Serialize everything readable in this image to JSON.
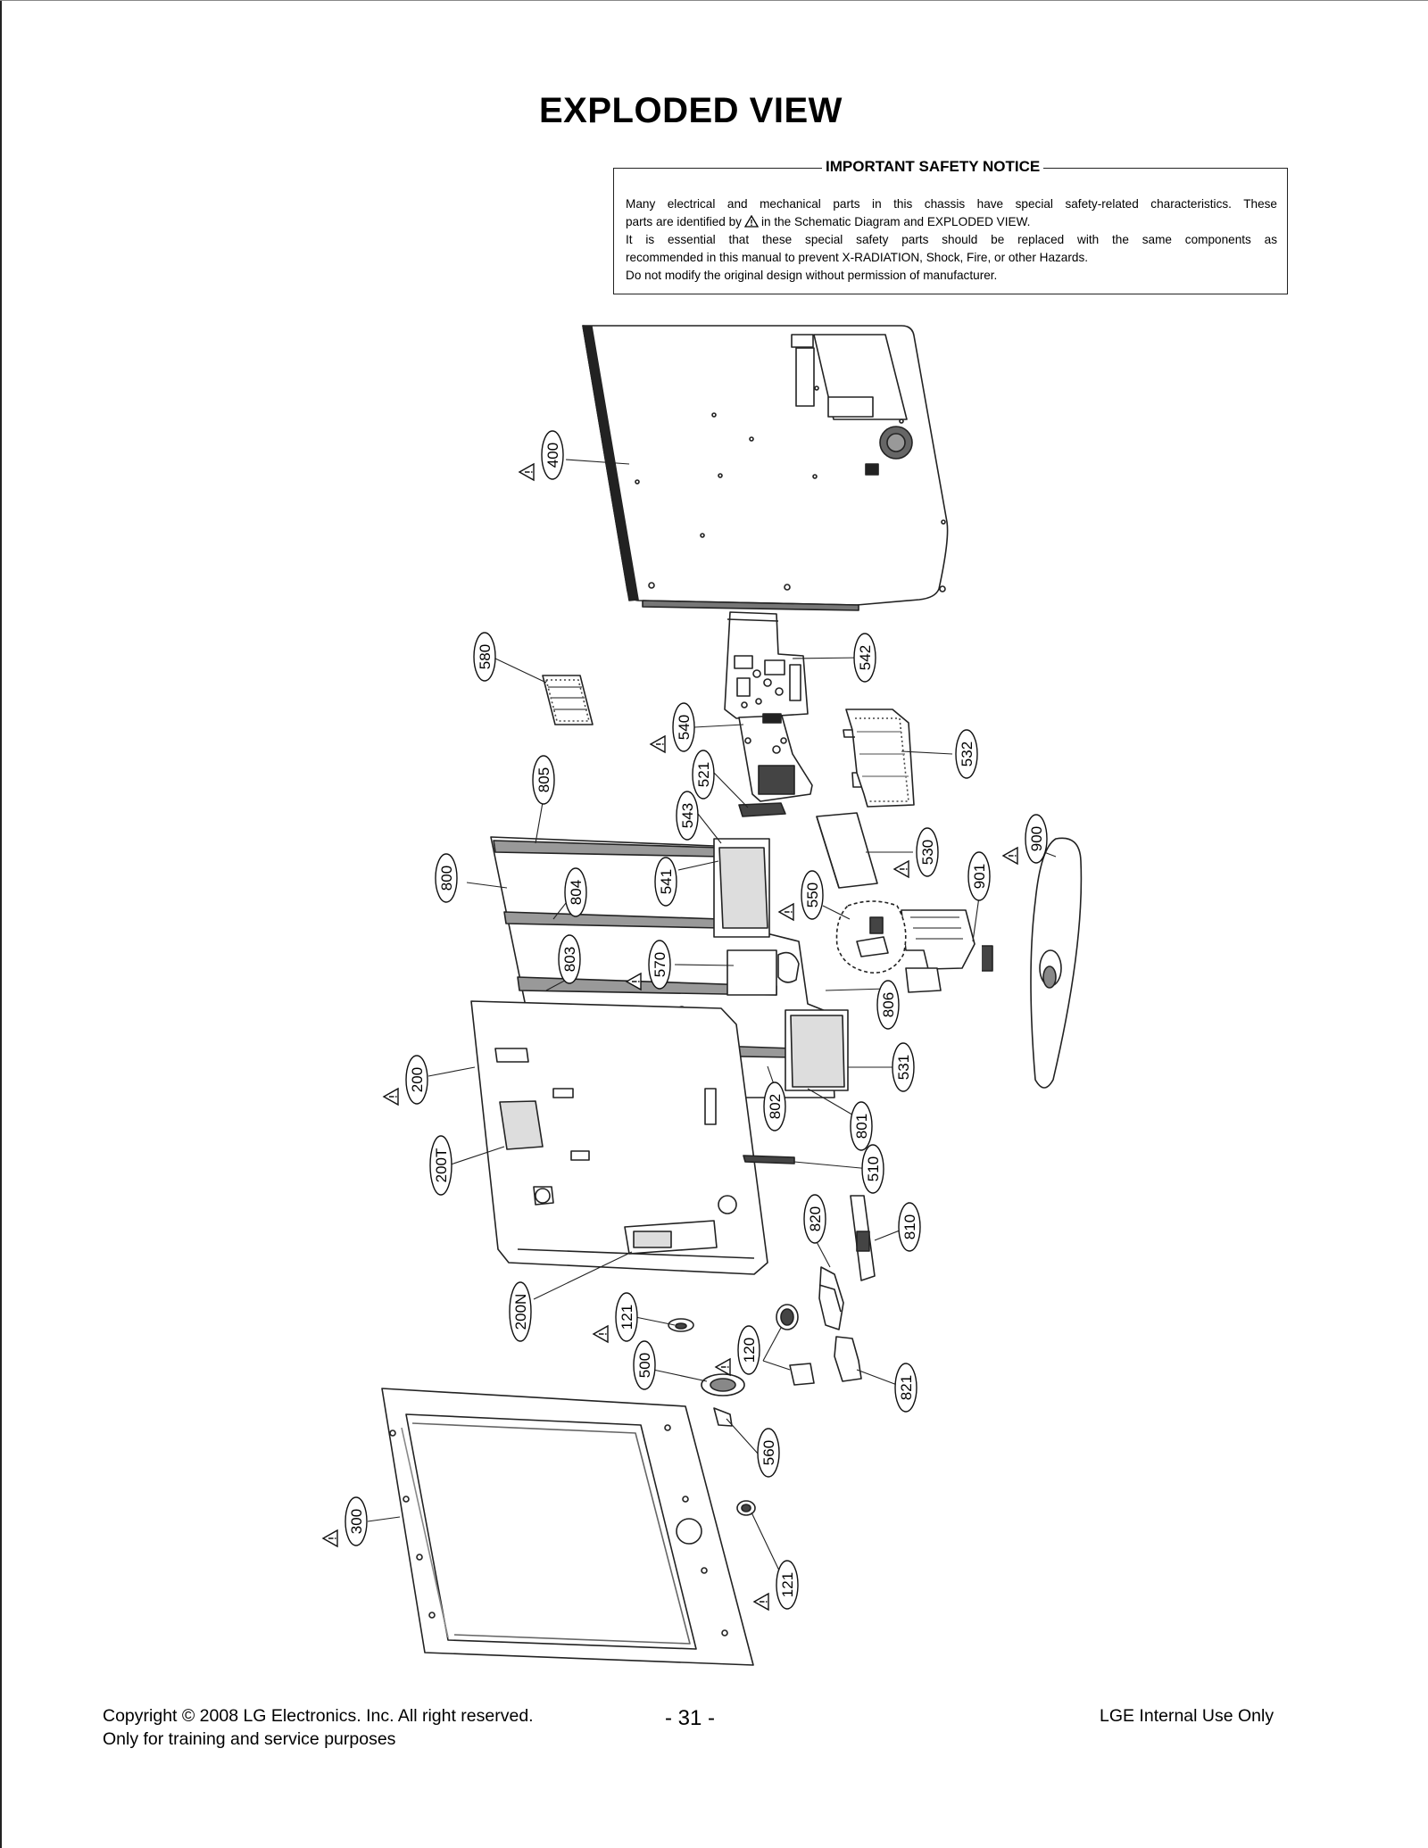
{
  "page": {
    "title": "EXPLODED VIEW",
    "page_number": "- 31 -"
  },
  "safety_notice": {
    "title": "IMPORTANT SAFETY NOTICE",
    "line1": "Many electrical and mechanical parts in this chassis have special safety-related characteristics. These",
    "line2a": "parts are identified by",
    "line2b": "in the Schematic Diagram and EXPLODED VIEW.",
    "line3": "It is essential that these special safety parts should be replaced with the same components as",
    "line4": "recommended in this manual to prevent X-RADIATION, Shock, Fire, or other Hazards.",
    "line5": "Do not modify the original design without permission of manufacturer."
  },
  "diagram": {
    "callouts": [
      {
        "id": "c400",
        "label": "400",
        "safety": true
      },
      {
        "id": "c580",
        "label": "580",
        "safety": false
      },
      {
        "id": "c542",
        "label": "542",
        "safety": false
      },
      {
        "id": "c540",
        "label": "540",
        "safety": true
      },
      {
        "id": "c532",
        "label": "532",
        "safety": false
      },
      {
        "id": "c805",
        "label": "805",
        "safety": false
      },
      {
        "id": "c521",
        "label": "521",
        "safety": false
      },
      {
        "id": "c543",
        "label": "543",
        "safety": false
      },
      {
        "id": "c530",
        "label": "530",
        "safety": true
      },
      {
        "id": "c900",
        "label": "900",
        "safety": true
      },
      {
        "id": "c800",
        "label": "800",
        "safety": false
      },
      {
        "id": "c804",
        "label": "804",
        "safety": false
      },
      {
        "id": "c541",
        "label": "541",
        "safety": false
      },
      {
        "id": "c550",
        "label": "550",
        "safety": true
      },
      {
        "id": "c901",
        "label": "901",
        "safety": false
      },
      {
        "id": "c803",
        "label": "803",
        "safety": false
      },
      {
        "id": "c570",
        "label": "570",
        "safety": true
      },
      {
        "id": "c806",
        "label": "806",
        "safety": false
      },
      {
        "id": "c200",
        "label": "200",
        "safety": true
      },
      {
        "id": "c531",
        "label": "531",
        "safety": false
      },
      {
        "id": "c802",
        "label": "802",
        "safety": false
      },
      {
        "id": "c801",
        "label": "801",
        "safety": false
      },
      {
        "id": "c200T",
        "label": "200T",
        "safety": false
      },
      {
        "id": "c510",
        "label": "510",
        "safety": false
      },
      {
        "id": "c820",
        "label": "820",
        "safety": false
      },
      {
        "id": "c810",
        "label": "810",
        "safety": false
      },
      {
        "id": "c200N",
        "label": "200N",
        "safety": false
      },
      {
        "id": "c121a",
        "label": "121",
        "safety": true
      },
      {
        "id": "c120",
        "label": "120",
        "safety": true
      },
      {
        "id": "c500",
        "label": "500",
        "safety": false
      },
      {
        "id": "c821",
        "label": "821",
        "safety": false
      },
      {
        "id": "c560",
        "label": "560",
        "safety": false
      },
      {
        "id": "c300",
        "label": "300",
        "safety": true
      },
      {
        "id": "c121b",
        "label": "121",
        "safety": true
      }
    ]
  },
  "footer": {
    "copyright": "Copyright © 2008 LG Electronics. Inc. All right reserved.",
    "purpose": "Only for training and service purposes",
    "internal": "LGE Internal Use Only"
  }
}
